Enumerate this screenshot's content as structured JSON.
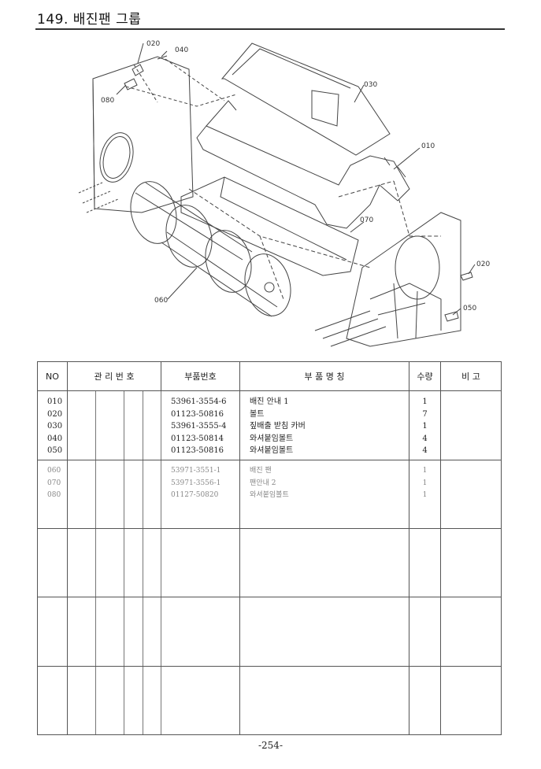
{
  "page": {
    "title": "149. 배진팬 그룹",
    "page_number": "-254-"
  },
  "diagram": {
    "callouts": [
      "020",
      "040",
      "030",
      "080",
      "010",
      "070",
      "020",
      "050",
      "060"
    ]
  },
  "table": {
    "headers": {
      "no": "NO",
      "mgmt": "관 리 번 호",
      "part_no": "부품번호",
      "name": "부   품   명   칭",
      "qty": "수량",
      "note": "비 고"
    },
    "group1": {
      "no": [
        "010",
        "020",
        "030",
        "040",
        "050"
      ],
      "part_no": [
        "53961-3554-6",
        "01123-50816",
        "53961-3555-4",
        "01123-50814",
        "01123-50816"
      ],
      "name": [
        "배진 안내 1",
        "볼트",
        "짚배출 받침 카버",
        "와셔붙임볼트",
        "와셔붙임볼트"
      ],
      "qty": [
        "1",
        "7",
        "1",
        "4",
        "4"
      ]
    },
    "group2": {
      "no": [
        "060",
        "070",
        "080"
      ],
      "part_no": [
        "53971-3551-1",
        "53971-3556-1",
        "01127-50820"
      ],
      "name": [
        "배진 팬",
        "팬안내 2",
        "와셔붙임볼트"
      ],
      "qty": [
        "1",
        "1",
        "1"
      ]
    }
  }
}
